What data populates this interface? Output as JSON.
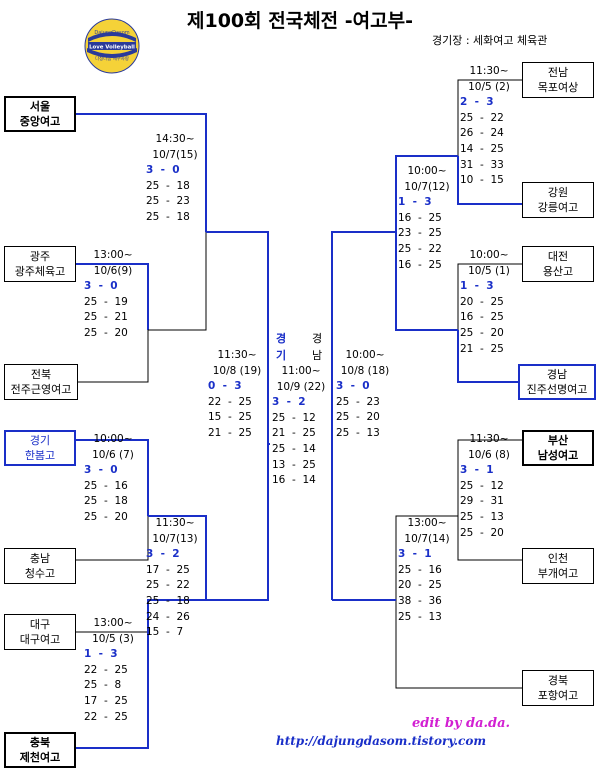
{
  "title": "제100회 전국체전 -여고부-",
  "venue": "경기장 : 세화여고 체육관",
  "logo": {
    "line1": "DajungDasom",
    "line2": "Love Volleyball",
    "line3": "다정다솜 배구사랑"
  },
  "teams": {
    "seoul": {
      "region": "서울",
      "school": "중앙여고"
    },
    "gwangju": {
      "region": "광주",
      "school": "광주체육고"
    },
    "jeonbuk": {
      "region": "전북",
      "school": "전주근영여고"
    },
    "gyeonggi": {
      "region": "경기",
      "school": "한봄고"
    },
    "chungnam": {
      "region": "충남",
      "school": "청수고"
    },
    "daegu": {
      "region": "대구",
      "school": "대구여고"
    },
    "chungbuk": {
      "region": "충북",
      "school": "제천여고"
    },
    "jeonnam": {
      "region": "전남",
      "school": "목포여상"
    },
    "gangwon": {
      "region": "강원",
      "school": "강릉여고"
    },
    "daejeon": {
      "region": "대전",
      "school": "용산고"
    },
    "gyeongnam": {
      "region": "경남",
      "school": "진주선명여고"
    },
    "busan": {
      "region": "부산",
      "school": "남성여고"
    },
    "incheon": {
      "region": "인천",
      "school": "부개여고"
    },
    "gyeongbuk": {
      "region": "경북",
      "school": "포항여고"
    }
  },
  "matches": {
    "L_qf1": {
      "time": "13:00~",
      "date": "10/6(9)",
      "result": "3  -  0",
      "sets": [
        "25  -  19",
        "25  -  21",
        "25  -  20"
      ]
    },
    "L_sf1": {
      "time": "14:30~",
      "date": "10/7(15)",
      "result": "3  -  0",
      "sets": [
        "25  -  18",
        "25  -  23",
        "25  -  18"
      ]
    },
    "L_qf2": {
      "time": "10:00~",
      "date": "10/6 (7)",
      "result": "3  -  0",
      "sets": [
        "25  -  16",
        "25  -  18",
        "25  -  20"
      ]
    },
    "L_qf3": {
      "time": "13:00~",
      "date": "10/5 (3)",
      "result": "1  -  3",
      "sets": [
        "22  -  25",
        "25  -  8",
        "17  -  25",
        "22  -  25"
      ]
    },
    "L_sf2": {
      "time": "11:30~",
      "date": "10/7(13)",
      "result": "3  -  2",
      "sets": [
        "17  -  25",
        "25  -  22",
        "25  -  18",
        "24  -  26",
        "15  -  7"
      ]
    },
    "L_semi": {
      "time": "11:30~",
      "date": "10/8 (19)",
      "result": "0  -  3",
      "sets": [
        "22  -  25",
        "15  -  25",
        "21  -  25"
      ]
    },
    "final": {
      "time": "11:00~",
      "date": "10/9 (22)",
      "result": "3  -  2",
      "sets": [
        "25  -  12",
        "21  -  25",
        "25  -  14",
        "13  -  25",
        "16  -  14"
      ]
    },
    "R_semi": {
      "time": "10:00~",
      "date": "10/8 (18)",
      "result": "3  -  0",
      "sets": [
        "25  -  23",
        "25  -  20",
        "25  -  13"
      ]
    },
    "R_qf1": {
      "time": "11:30~",
      "date": "10/5 (2)",
      "result": "2  -  3",
      "sets": [
        "25  -  22",
        "26  -  24",
        "14  -  25",
        "31  -  33",
        "10  -  15"
      ]
    },
    "R_sf1": {
      "time": "10:00~",
      "date": "10/7(12)",
      "result": "1  -  3",
      "sets": [
        "16  -  25",
        "23  -  25",
        "25  -  22",
        "16  -  25"
      ]
    },
    "R_qf2": {
      "time": "10:00~",
      "date": "10/5 (1)",
      "result": "1  -  3",
      "sets": [
        "20  -  25",
        "16  -  25",
        "25  -  20",
        "21  -  25"
      ]
    },
    "R_qf3": {
      "time": "11:30~",
      "date": "10/6 (8)",
      "result": "3  -  1",
      "sets": [
        "25  -  12",
        "29  -  31",
        "25  -  13",
        "25  -  20"
      ]
    },
    "R_sf2": {
      "time": "13:00~",
      "date": "10/7(14)",
      "result": "3  -  1",
      "sets": [
        "25  -  16",
        "20  -  25",
        "38  -  36",
        "25  -  13"
      ]
    }
  },
  "final_labels": {
    "left": "경\n기",
    "right": "경\n남"
  },
  "credits": {
    "line1": "edit by da.da.",
    "line2": "http://dajungdasom.tistory.com"
  },
  "colors": {
    "winner_line": "#1a2fc8",
    "line": "#000000",
    "credit_pink": "#d21fd2"
  }
}
